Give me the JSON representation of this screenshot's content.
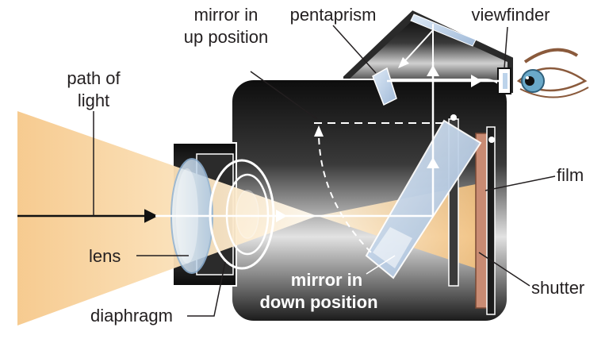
{
  "labels": {
    "mirror_up_1": "mirror in",
    "mirror_up_2": "up position",
    "pentaprism": "pentaprism",
    "viewfinder": "viewfinder",
    "path_of_light_1": "path of",
    "path_of_light_2": "light",
    "film": "film",
    "lens": "lens",
    "mirror_down_1": "mirror in",
    "mirror_down_2": "down position",
    "shutter": "shutter",
    "diaphragm": "diaphragm"
  },
  "colors": {
    "camera_dark": "#111111",
    "camera_light": "#d9d9d9",
    "light_beam": "#f6c88a",
    "lens_blue": "#bcd3ea",
    "film": "#c98b73",
    "label_text": "#231f20"
  }
}
